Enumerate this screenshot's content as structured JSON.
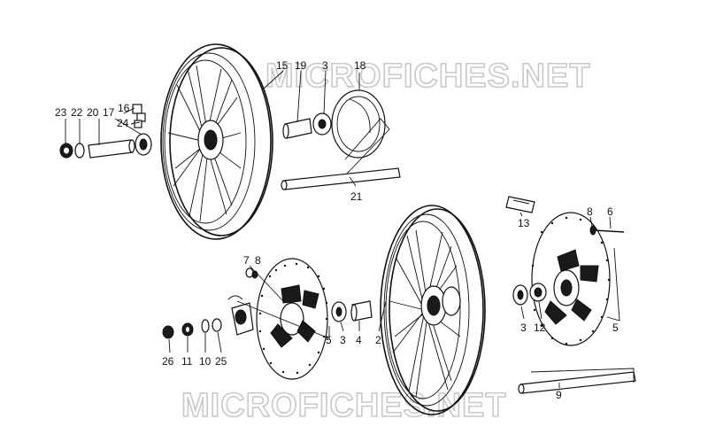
{
  "watermarks": [
    "MICROFICHES.NET",
    "MICROFICHES.NET"
  ],
  "part_labels": {
    "p1": "15",
    "p2": "19",
    "p3": "3",
    "p4": "18",
    "p5": "23",
    "p6": "22",
    "p7": "20",
    "p8": "17",
    "p9": "16",
    "p10": "24",
    "p11": "21",
    "p12": "13",
    "p13": "8",
    "p14": "6",
    "p15": "7",
    "p16": "8",
    "p17": "5",
    "p18": "3",
    "p19": "4",
    "p20": "2",
    "p21": "3",
    "p22": "12",
    "p23": "5",
    "p24": "26",
    "p25": "11",
    "p26": "10",
    "p27": "25",
    "p28": "9"
  }
}
